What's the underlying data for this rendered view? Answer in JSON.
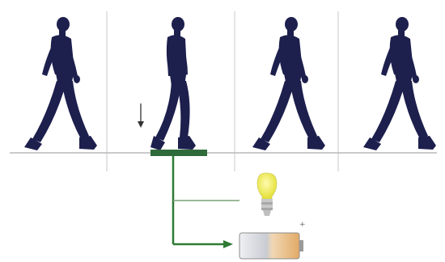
{
  "diagram": {
    "type": "piezoelectric-floor-energy-harvesting",
    "walkers": [
      {
        "step": 1,
        "phase": "stride"
      },
      {
        "step": 2,
        "phase": "stepping-on-tile"
      },
      {
        "step": 3,
        "phase": "stride"
      },
      {
        "step": 4,
        "phase": "stride"
      }
    ],
    "press_arrow": {
      "direction": "down"
    },
    "tile": {
      "color": "#2f6b3a"
    },
    "outputs": [
      {
        "device": "light-bulb",
        "icon": "lightbulb-icon"
      },
      {
        "device": "battery",
        "icon": "battery-icon",
        "terminal_mark": "+"
      }
    ],
    "colors": {
      "silhouette": "#1d1f4d",
      "wire": "#2f7a35",
      "floor": "#b9b9b9",
      "divider": "#c8c8c8",
      "bulb_glass": "#f2ef4a",
      "battery_charge": "#e2b47a"
    }
  }
}
